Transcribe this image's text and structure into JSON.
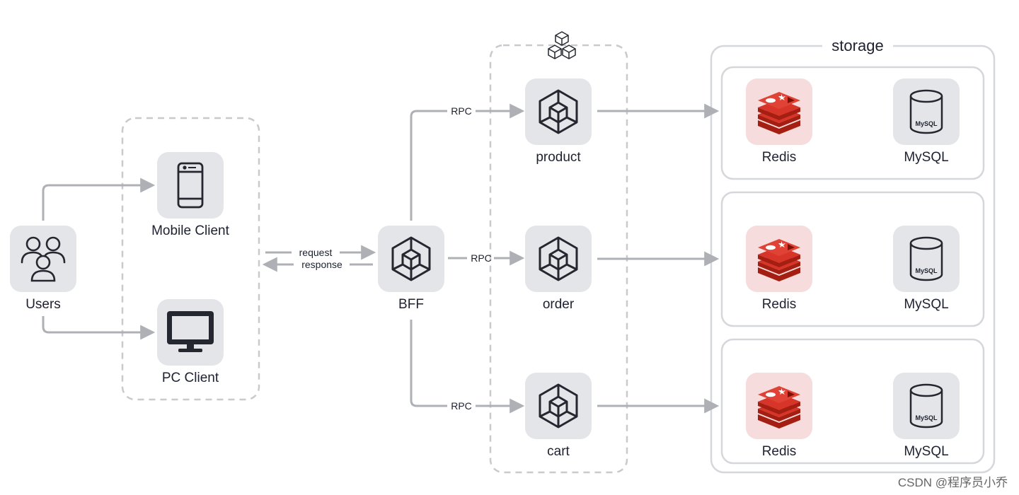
{
  "diagram": {
    "users": {
      "label": "Users",
      "icon": "users-icon"
    },
    "clients": [
      {
        "label": "Mobile Client",
        "icon": "mobile-phone-icon"
      },
      {
        "label": "PC Client",
        "icon": "desktop-monitor-icon"
      }
    ],
    "bff": {
      "label": "BFF",
      "icon": "cube-icon"
    },
    "edges": {
      "request": "request",
      "response": "response",
      "rpc": [
        "RPC",
        "RPC",
        "RPC"
      ]
    },
    "services_group_icon": "cubes-cluster-icon",
    "services": [
      {
        "label": "product",
        "icon": "cube-icon"
      },
      {
        "label": "order",
        "icon": "cube-icon"
      },
      {
        "label": "cart",
        "icon": "cube-icon"
      }
    ],
    "storage": {
      "title": "storage",
      "mysql_icon_text": "MySQL",
      "groups": [
        {
          "redis": "Redis",
          "mysql": "MySQL"
        },
        {
          "redis": "Redis",
          "mysql": "MySQL"
        },
        {
          "redis": "Redis",
          "mysql": "MySQL"
        }
      ]
    },
    "colors": {
      "node_bg": "#e4e5e8",
      "redis_bg": "#f6dcdc",
      "redis_red": "#d8352a",
      "line": "#aeb0b5",
      "icon_stroke": "#24272f",
      "dashed_border": "#c9cacd"
    }
  },
  "watermark": "CSDN @程序员小乔"
}
